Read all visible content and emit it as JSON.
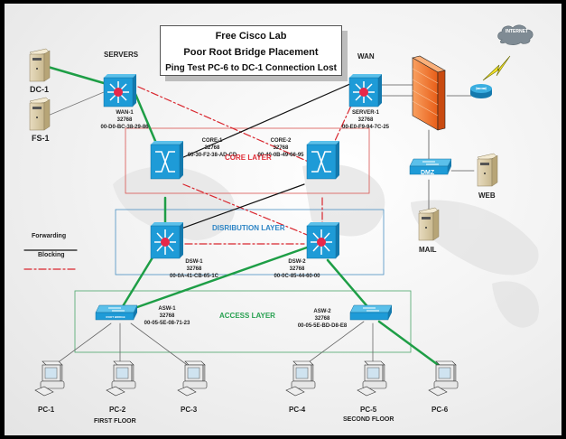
{
  "title": {
    "line1": "Free Cisco Lab",
    "line2": "Poor Root Bridge Placement",
    "line3": "Ping Test PC-6 to DC-1 Connection Lost"
  },
  "layers": {
    "core": {
      "label": "CORE LAYER",
      "color": "#e0303a"
    },
    "distribution": {
      "label": "DISRIBUTION LAYER",
      "color": "#2d84c4"
    },
    "access": {
      "label": "ACCESS LAYER",
      "color": "#27a050"
    }
  },
  "legend": {
    "forwarding": "Forwarding",
    "blocking": "Blocking"
  },
  "colors": {
    "forwarding_green": "#1e9e46",
    "forwarding_black": "#111111",
    "blocking_red": "#d9262e",
    "switch_blue": "#1e9bd7",
    "l3_core_red": "#e8284a",
    "firewall_orange": "#f07a2a"
  },
  "groups": {
    "servers": "SERVERS",
    "wan": "WAN"
  },
  "devices": {
    "wan1": {
      "name": "WAN-1",
      "priority": "32768",
      "mac": "00-D0-BC-38-29-86"
    },
    "server1": {
      "name": "SERVER-1",
      "priority": "32768",
      "mac": "00-E0-F9-94-7C-25"
    },
    "core1": {
      "name": "CORE-1",
      "priority": "32768",
      "mac": "00-30-F2-38-AD-CD"
    },
    "core2": {
      "name": "CORE-2",
      "priority": "32768",
      "mac": "00-40-0B-49-66-95"
    },
    "dsw1": {
      "name": "DSW-1",
      "priority": "32768",
      "mac": "00-0A-41-CB-65-1C"
    },
    "dsw2": {
      "name": "DSW-2",
      "priority": "32768",
      "mac": "00-0C-85-44-60-00"
    },
    "asw1": {
      "name": "ASW-1",
      "priority": "32768",
      "mac": "00-05-5E-08-71-23",
      "badge": "ROOT BRIDGE"
    },
    "asw2": {
      "name": "ASW-2",
      "priority": "32768",
      "mac": "00-05-5E-BD-D8-E8"
    }
  },
  "servers": {
    "dc1": "DC-1",
    "fs1": "FS-1",
    "web": "WEB",
    "mail": "MAIL"
  },
  "dmz": "DMZ",
  "internet": "INTERNET",
  "pcs": [
    "PC-1",
    "PC-2",
    "PC-3",
    "PC-4",
    "PC-5",
    "PC-6"
  ],
  "floors": {
    "first": "FIRST FLOOR",
    "second": "SECOND FLOOR"
  },
  "links": [
    {
      "from": "DC-1",
      "to": "WAN-1",
      "state": "forwarding-green"
    },
    {
      "from": "FS-1",
      "to": "WAN-1",
      "state": "access-gray"
    },
    {
      "from": "WAN-1",
      "to": "CORE-1",
      "state": "forwarding-green"
    },
    {
      "from": "WAN-1",
      "to": "CORE-2",
      "state": "blocking"
    },
    {
      "from": "CORE-1",
      "to": "SERVER-1",
      "state": "forwarding-black"
    },
    {
      "from": "SERVER-1",
      "to": "CORE-2",
      "state": "blocking"
    },
    {
      "from": "CORE-1",
      "to": "DSW-1",
      "state": "forwarding-green"
    },
    {
      "from": "CORE-1",
      "to": "DSW-2",
      "state": "blocking"
    },
    {
      "from": "CORE-2",
      "to": "DSW-1",
      "state": "forwarding-black"
    },
    {
      "from": "CORE-2",
      "to": "DSW-2",
      "state": "blocking"
    },
    {
      "from": "DSW-1",
      "to": "DSW-2",
      "state": "blocking"
    },
    {
      "from": "DSW-1",
      "to": "ASW-1",
      "state": "forwarding-green"
    },
    {
      "from": "DSW-2",
      "to": "ASW-1",
      "state": "forwarding-green"
    },
    {
      "from": "DSW-2",
      "to": "ASW-2",
      "state": "forwarding-green"
    },
    {
      "from": "ASW-2",
      "to": "PC-6",
      "state": "forwarding-green"
    }
  ]
}
